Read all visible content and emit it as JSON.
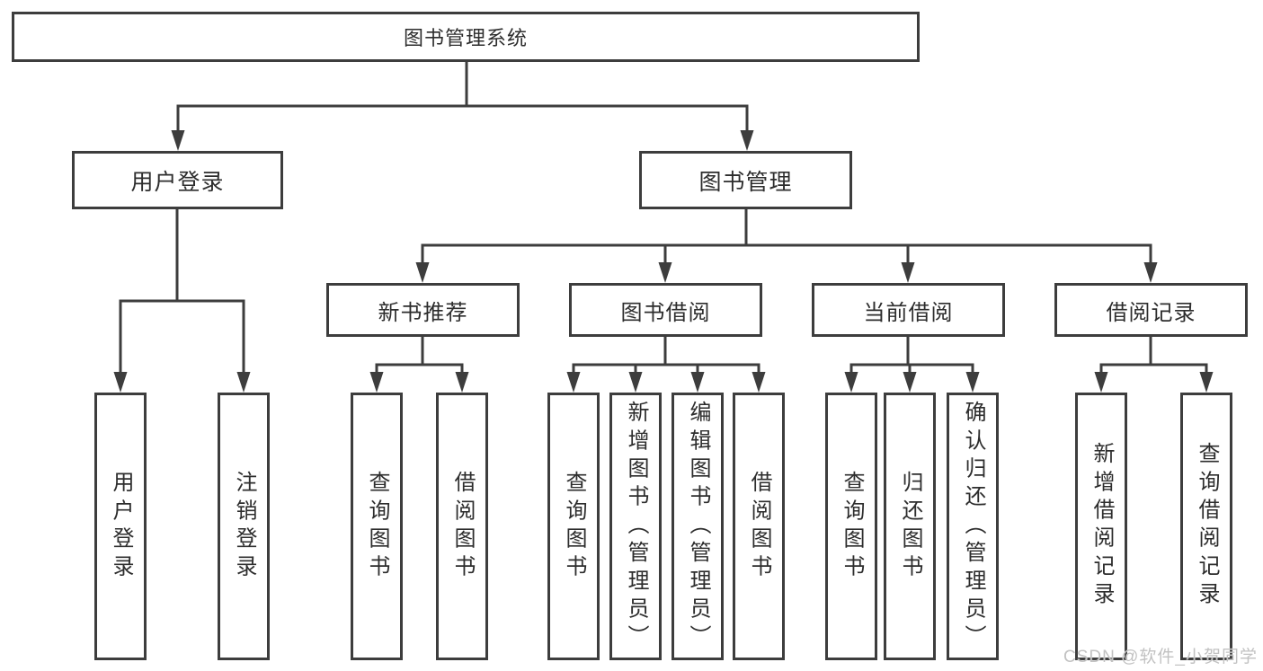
{
  "diagram": {
    "root_label": "图书管理系统",
    "branches": [
      {
        "label": "用户登录",
        "leaves": [
          "用户登录",
          "注销登录"
        ]
      },
      {
        "label": "图书管理",
        "children": [
          {
            "label": "新书推荐",
            "leaves": [
              "查询图书",
              "借阅图书"
            ]
          },
          {
            "label": "图书借阅",
            "leaves": [
              "查询图书",
              "新增图书（管理员）",
              "编辑图书（管理员）",
              "借阅图书"
            ]
          },
          {
            "label": "当前借阅",
            "leaves": [
              "查询图书",
              "归还图书",
              "确认归还（管理员）"
            ]
          },
          {
            "label": "借阅记录",
            "leaves": [
              "新增借阅记录",
              "查询借阅记录"
            ]
          }
        ]
      }
    ],
    "watermark": "CSDN @软件_小贺同学",
    "colors": {
      "line": "#3d3d3d",
      "text": "#2d2d2d",
      "background": "#ffffff",
      "watermark": "#c2c2c2"
    }
  }
}
